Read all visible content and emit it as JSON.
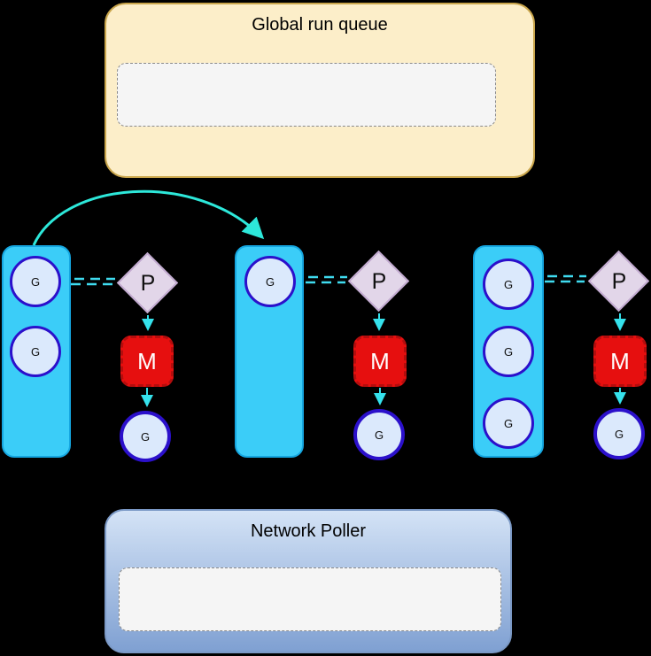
{
  "diagram": {
    "background_color": "#000000",
    "global_run_queue": {
      "title": "Global run queue",
      "fill": "#fceec9",
      "border": "#c9a54b"
    },
    "network_poller": {
      "title": "Network Poller",
      "fill_top": "#d4e3f6",
      "fill_bottom": "#7fa0d2",
      "border": "#7b99c6"
    },
    "processor_groups": [
      {
        "queue_goroutines": [
          "G",
          "G"
        ],
        "processor": "P",
        "machine": "M",
        "running_goroutine": "G"
      },
      {
        "queue_goroutines": [
          "G"
        ],
        "processor": "P",
        "machine": "M",
        "running_goroutine": "G"
      },
      {
        "queue_goroutines": [
          "G",
          "G",
          "G"
        ],
        "processor": "P",
        "machine": "M",
        "running_goroutine": "G"
      }
    ],
    "colors": {
      "local_queue_fill": "#3bcdf8",
      "local_queue_border": "#15a6e0",
      "goroutine_fill": "#dbe9fc",
      "goroutine_border": "#2b10cb",
      "processor_fill": "#e2d6e9",
      "processor_border": "#c0a8ce",
      "machine_fill": "#e60f0f",
      "machine_border": "#b40d0d",
      "connector": "#35e2ec",
      "steal_arrow": "#2de8da"
    }
  }
}
